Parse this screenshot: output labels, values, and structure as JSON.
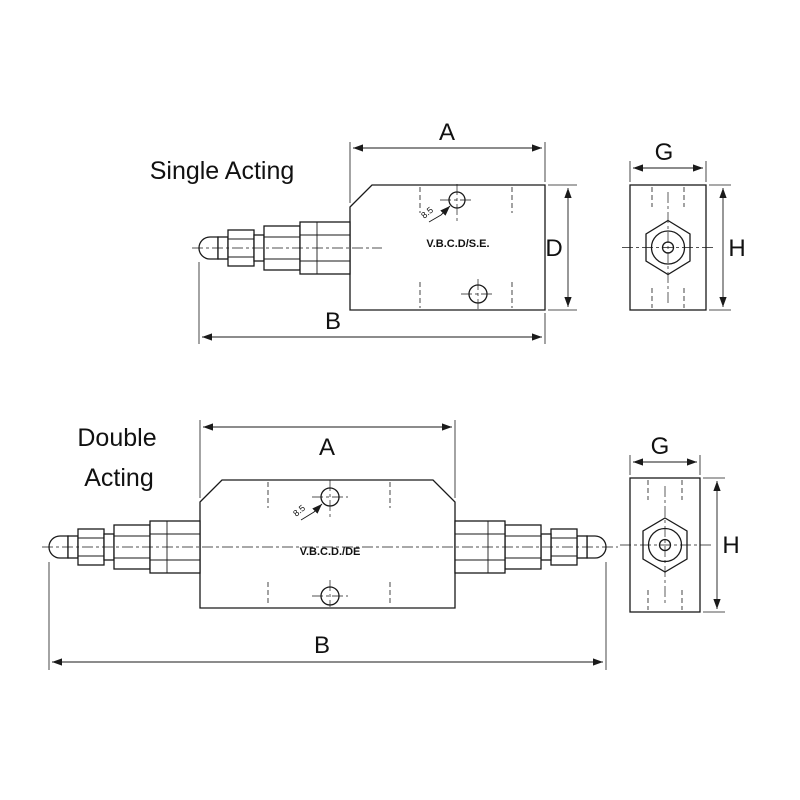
{
  "colors": {
    "line": "#1a1a1a",
    "background": "#ffffff"
  },
  "single_acting": {
    "title": "Single Acting",
    "body_label": "V.B.C.D/S.E.",
    "hole_dimension": "8.5",
    "dim_width_top": "A",
    "dim_width_bottom": "B",
    "dim_height": "D",
    "side_dim_width": "G",
    "side_dim_height": "H"
  },
  "double_acting": {
    "title_line1": "Double",
    "title_line2": "Acting",
    "body_label": "V.B.C.D./DE",
    "hole_dimension": "8.5",
    "dim_width_top": "A",
    "dim_width_bottom": "B",
    "side_dim_width": "G",
    "side_dim_height": "H"
  }
}
